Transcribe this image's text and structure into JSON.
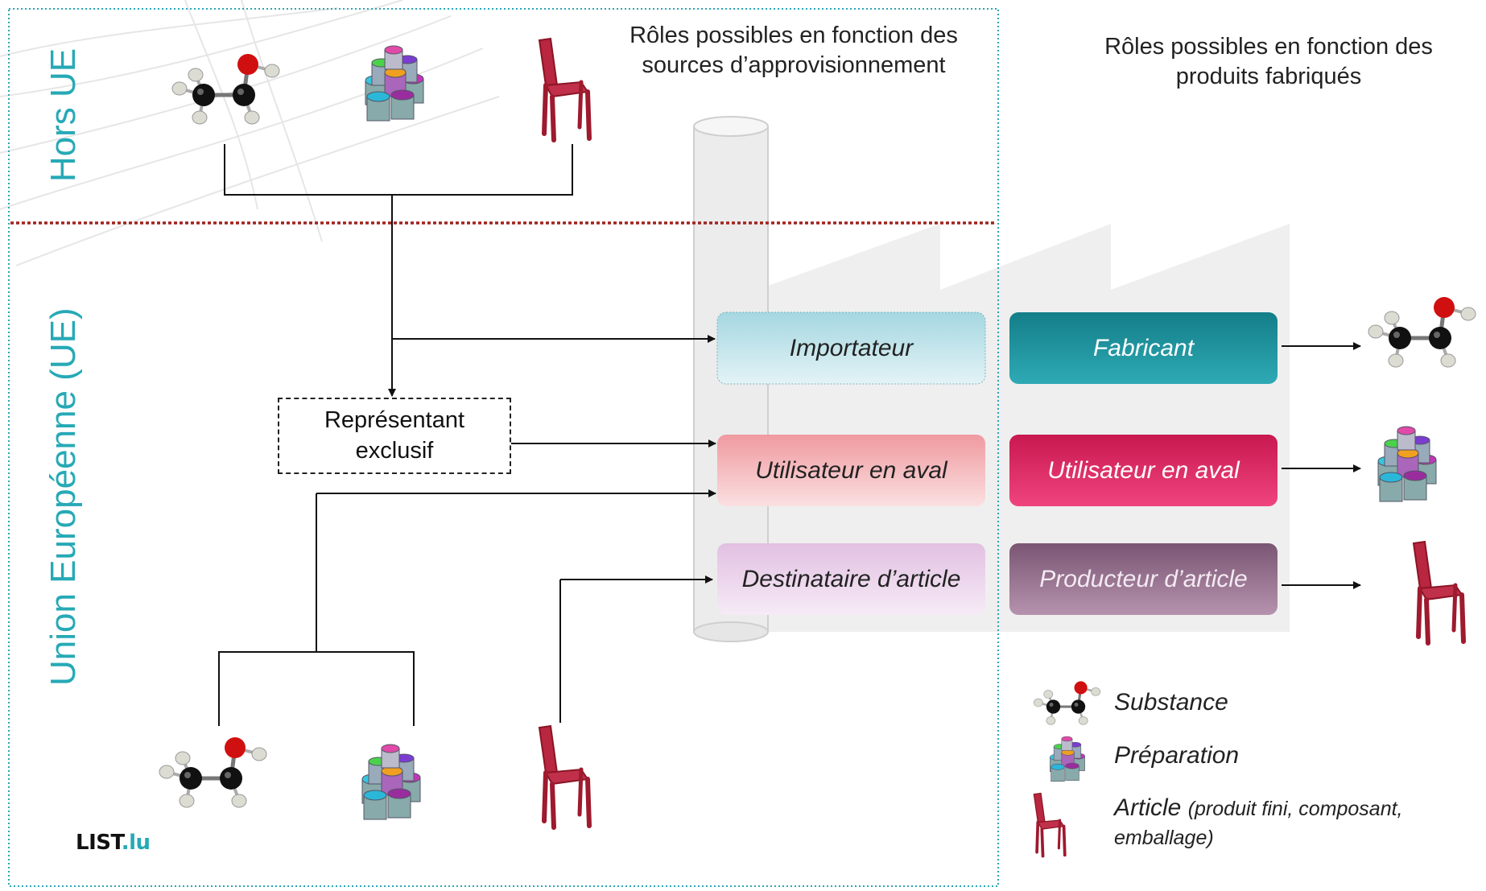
{
  "regions": {
    "outside_eu": "Hors UE",
    "eu": "Union Européenne (UE)"
  },
  "headings": {
    "supply_sources": "Rôles possibles en fonction des sources d’approvisionnement",
    "manufactured_products": "Rôles possibles en fonction des produits fabriqués"
  },
  "representative": {
    "line1": "Représentant",
    "line2": "exclusif"
  },
  "supply_roles": [
    {
      "label": "Importateur"
    },
    {
      "label": "Utilisateur en aval"
    },
    {
      "label": "Destinataire d’article"
    }
  ],
  "product_roles": [
    {
      "label": "Fabricant"
    },
    {
      "label": "Utilisateur en aval"
    },
    {
      "label": "Producteur d’article"
    }
  ],
  "legend": {
    "substance": "Substance",
    "preparation": "Préparation",
    "article": "Article",
    "article_note": "(produit fini, composant, emballage)"
  },
  "logo": {
    "name": "LIST",
    "tld": ".lu"
  },
  "colors": {
    "teal": "#26a9b6",
    "separator": "#a0231e",
    "importateur_fill": "#bfe3ea",
    "utilisateur_fill": "#f4b3b6",
    "destinataire_fill": "#ecd3ec",
    "fabricant_fill": "#1d8f99",
    "utilisateur_dark_fill": "#e02d6d",
    "producteur_fill": "#95728f"
  },
  "icons": [
    "molecule-icon",
    "paint-cans-icon",
    "chair-icon"
  ]
}
